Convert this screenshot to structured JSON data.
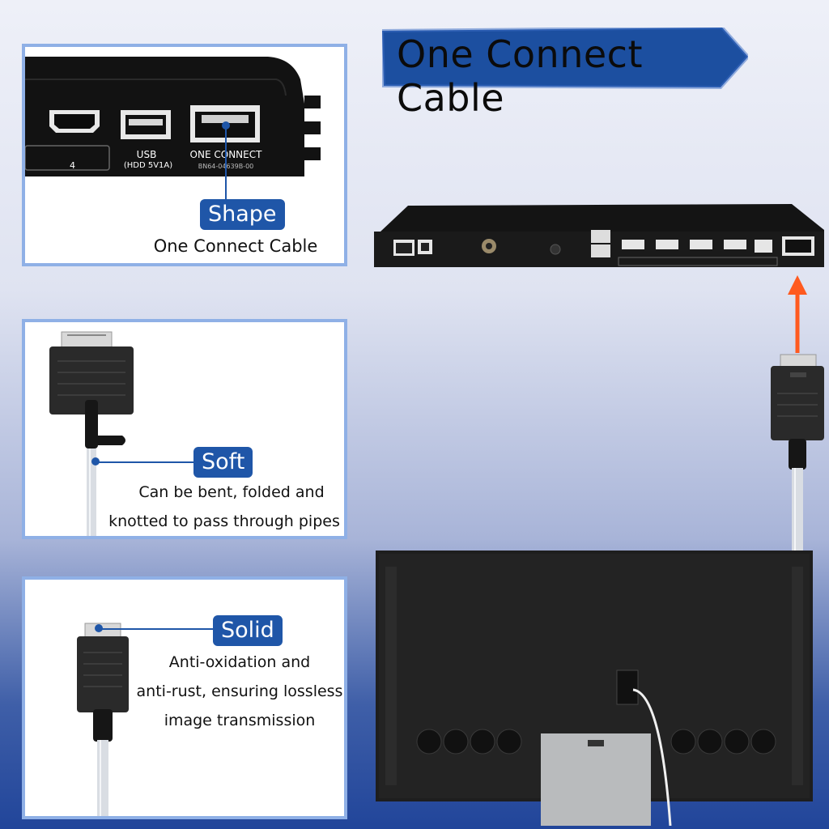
{
  "banner": {
    "title": "One Connect Cable"
  },
  "shape_panel": {
    "tag": "Shape",
    "caption": "One Connect Cable",
    "port_4_label": "4",
    "usb_label": "USB",
    "usb_sub": "(HDD 5V1A)",
    "one_connect_label": "ONE CONNECT",
    "part_number": "BN64-04639B-00"
  },
  "soft_panel": {
    "tag": "Soft",
    "line1": "Can be bent, folded and",
    "line2": "knotted to pass through pipes"
  },
  "solid_panel": {
    "tag": "Solid",
    "line1": "Anti-oxidation and",
    "line2": "anti-rust, ensuring lossless",
    "line3": "image transmission"
  },
  "colors": {
    "accent": "#1f56a8",
    "panel_border": "#8fb0e6",
    "arrow": "#ff5a1f",
    "banner": "#1c4fa0"
  }
}
